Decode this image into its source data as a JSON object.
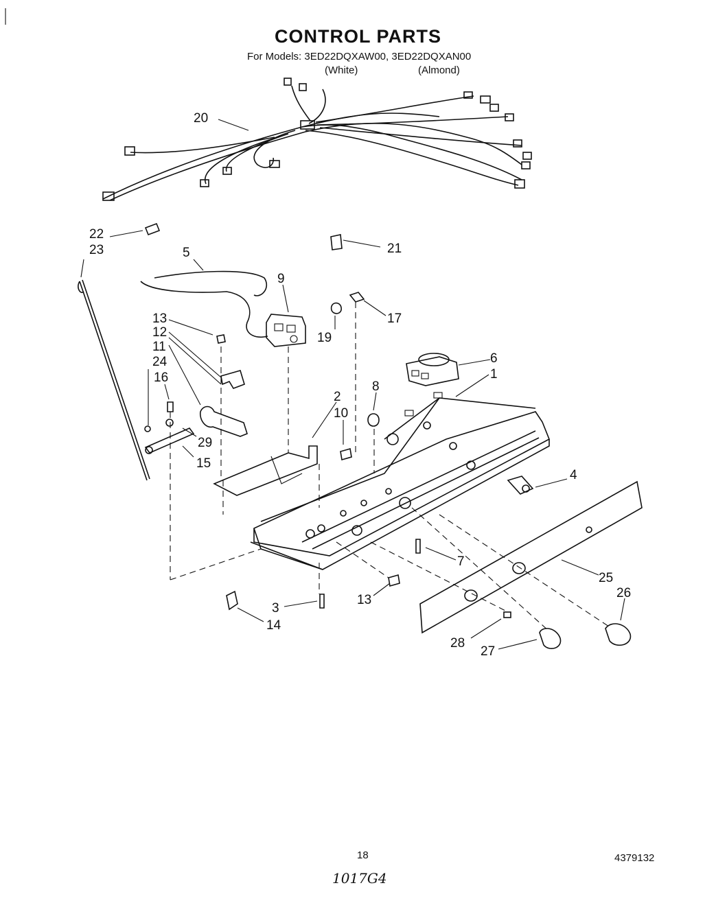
{
  "header": {
    "title": "CONTROL PARTS",
    "models_line": "For Models: 3ED22DQXAW00, 3ED22DQXAN00",
    "color_white": "(White)",
    "color_almond": "(Almond)"
  },
  "callouts": [
    "20",
    "22",
    "23",
    "21",
    "5",
    "9",
    "13",
    "12",
    "11",
    "24",
    "16",
    "19",
    "17",
    "6",
    "1",
    "8",
    "2",
    "10",
    "29",
    "15",
    "4",
    "7",
    "25",
    "26",
    "13",
    "3",
    "14",
    "28",
    "27"
  ],
  "footer": {
    "page_number": "18",
    "doc_number": "4379132",
    "handwritten": "1017G4"
  }
}
